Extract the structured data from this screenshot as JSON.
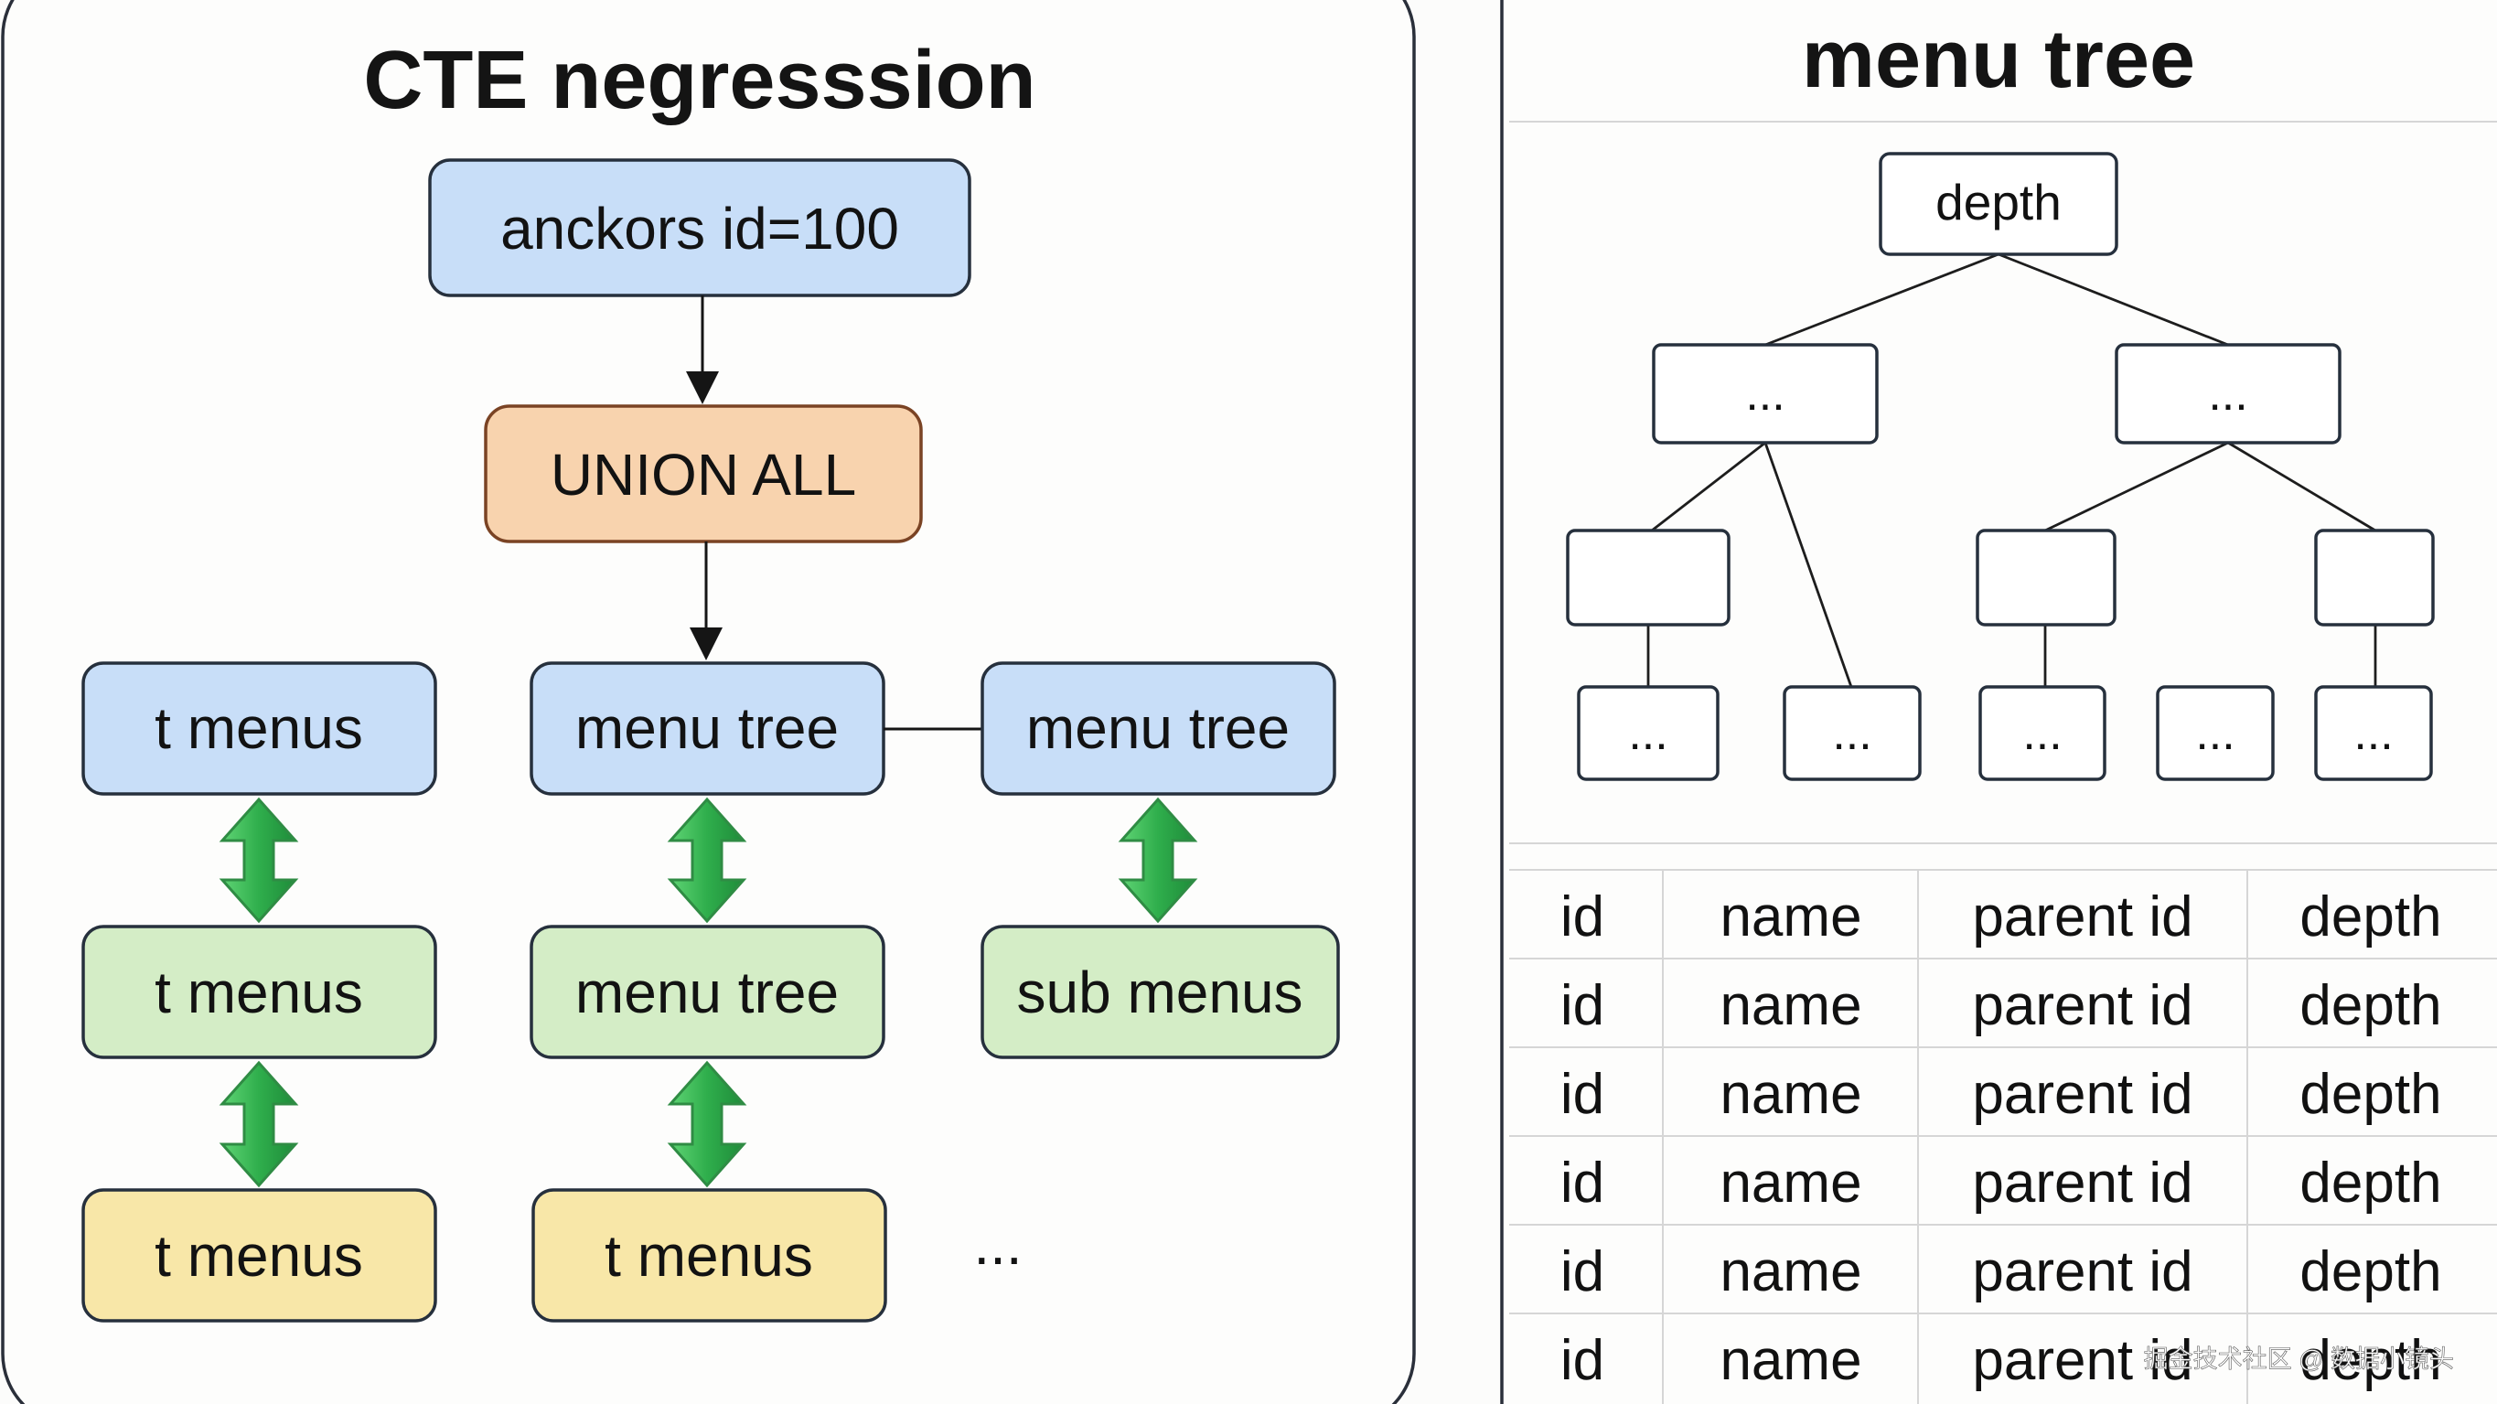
{
  "left_panel": {
    "title": "CTE negresssion",
    "anchor": "anckors id=100",
    "union": "UNION ALL",
    "row1": [
      "t menus",
      "menu tree",
      "menu tree"
    ],
    "row2": [
      "t menus",
      "menu tree",
      "sub menus"
    ],
    "row3": [
      "t menus",
      "t menus"
    ],
    "ellipsis": "..."
  },
  "right_panel": {
    "title": "menu tree",
    "tree": {
      "root": "depth",
      "level1": [
        "...",
        "..."
      ],
      "leaves": [
        "...",
        "...",
        "...",
        "...",
        "..."
      ]
    },
    "table": {
      "columns": [
        "id",
        "name",
        "parent id",
        "depth"
      ],
      "rows": [
        [
          "id",
          "name",
          "parent id",
          "depth"
        ],
        [
          "id",
          "name",
          "parent id",
          "depth"
        ],
        [
          "id",
          "name",
          "parent id",
          "depth"
        ],
        [
          "id",
          "name",
          "parent id",
          "depth"
        ],
        [
          "id",
          "name",
          "parent id",
          "depth"
        ]
      ]
    }
  },
  "watermark": "掘金技术社区 @ 数据小镜头",
  "colors": {
    "blue": "#c8def8",
    "orange": "#f8d3ae",
    "green": "#d4edc6",
    "yellow": "#f8e7a8",
    "arrow_green": "#35b24f"
  }
}
